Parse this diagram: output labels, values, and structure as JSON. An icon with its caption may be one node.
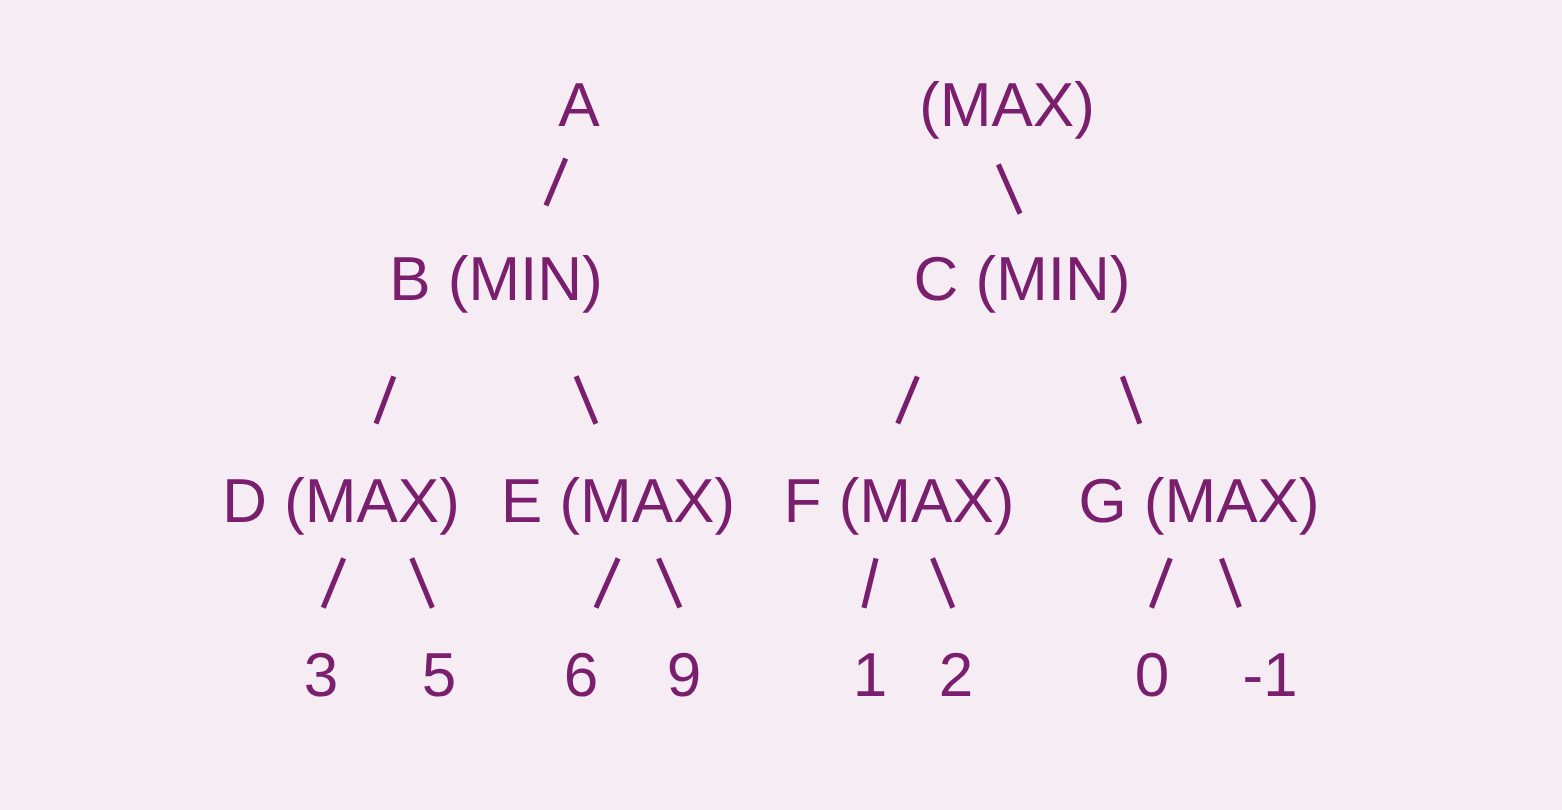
{
  "diagram": {
    "nodes": [
      {
        "text": [
          "A"
        ]
      },
      {
        "text": [
          "(MAX)"
        ]
      },
      {
        "text": [
          "B (MIN)"
        ]
      },
      {
        "text": [
          "C (MIN)"
        ]
      },
      {
        "text": [
          "D (MAX)"
        ]
      },
      {
        "text": [
          "E (MAX)"
        ]
      },
      {
        "text": [
          "F (MAX)"
        ]
      },
      {
        "text": [
          "G (MAX)"
        ]
      },
      {
        "text": [
          "3"
        ]
      },
      {
        "text": [
          "5"
        ]
      },
      {
        "text": [
          "6"
        ]
      },
      {
        "text": [
          "9"
        ]
      },
      {
        "text": [
          "1"
        ]
      },
      {
        "text": [
          "2"
        ]
      },
      {
        "text": [
          "0"
        ]
      },
      {
        "text": [
          "-1"
        ]
      }
    ],
    "edges": [
      {
        "from": 0,
        "to": 2,
        "arrow": "none"
      },
      {
        "from": 1,
        "to": 3,
        "arrow": "none"
      },
      {
        "from": 2,
        "to": 4,
        "arrow": "none"
      },
      {
        "from": 2,
        "to": 5,
        "arrow": "none"
      },
      {
        "from": 3,
        "to": 6,
        "arrow": "none"
      },
      {
        "from": 3,
        "to": 7,
        "arrow": "none"
      },
      {
        "from": 4,
        "to": 8,
        "arrow": "none"
      },
      {
        "from": 4,
        "to": 9,
        "arrow": "none"
      },
      {
        "from": 5,
        "to": 10,
        "arrow": "none"
      },
      {
        "from": 5,
        "to": 11,
        "arrow": "none"
      },
      {
        "from": 6,
        "to": 12,
        "arrow": "none"
      },
      {
        "from": 6,
        "to": 13,
        "arrow": "none"
      },
      {
        "from": 7,
        "to": 14,
        "arrow": "none"
      },
      {
        "from": 7,
        "to": 15,
        "arrow": "none"
      }
    ]
  }
}
